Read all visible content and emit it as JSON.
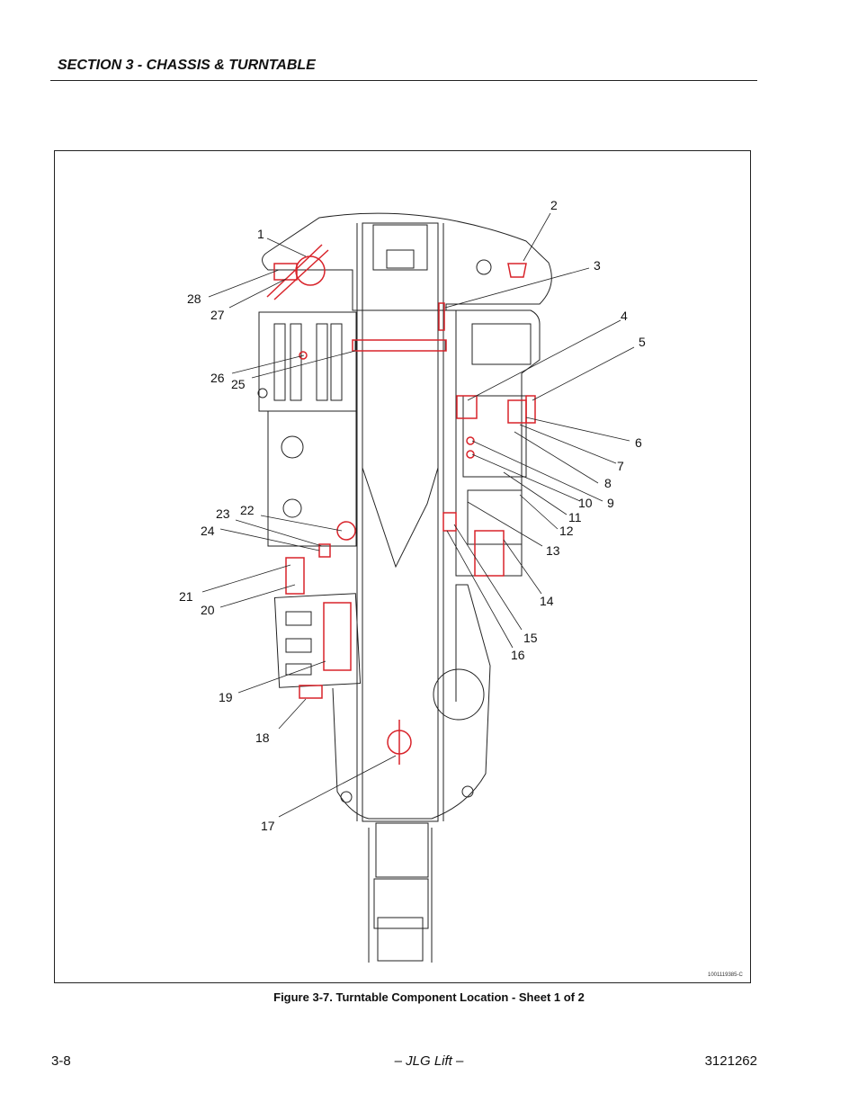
{
  "header": {
    "section_title": "SECTION 3 - CHASSIS & TURNTABLE"
  },
  "figure": {
    "caption": "Figure 3-7.  Turntable Component Location - Sheet 1 of 2",
    "drawing_number": "1001119385-C",
    "callouts": [
      "1",
      "2",
      "3",
      "4",
      "5",
      "6",
      "7",
      "8",
      "9",
      "10",
      "11",
      "12",
      "13",
      "14",
      "15",
      "16",
      "17",
      "18",
      "19",
      "20",
      "21",
      "22",
      "23",
      "24",
      "25",
      "26",
      "27",
      "28"
    ],
    "highlight_color": "#d8232a",
    "line_color": "#222222"
  },
  "footer": {
    "page_number": "3-8",
    "center_text": "– JLG Lift –",
    "doc_number": "3121262"
  }
}
